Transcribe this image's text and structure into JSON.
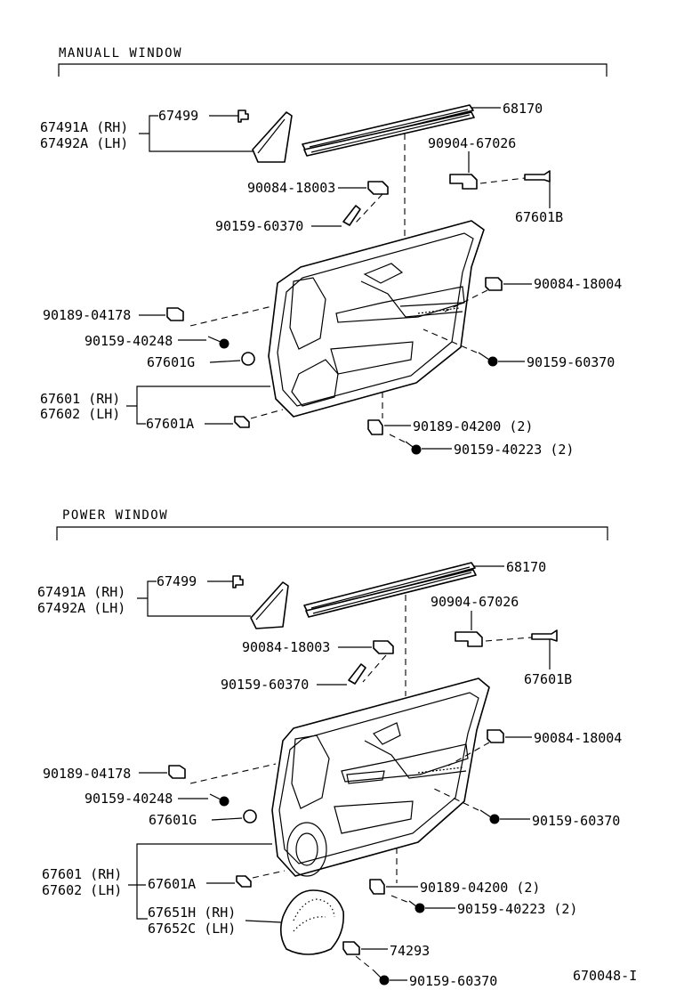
{
  "figure_id": "670048-I",
  "sections": [
    {
      "title": "MANUALL WINDOW",
      "labels": {
        "p68170": "68170",
        "p67491A": "67491A (RH)",
        "p67492A": "67492A (LH)",
        "p67499": "67499",
        "p90904": "90904-67026",
        "p90084_18003": "90084-18003",
        "p67601B": "67601B",
        "p90159_60370_top": "90159-60370",
        "p90084_18004": "90084-18004",
        "p90189_04178": "90189-04178",
        "p90159_40248": "90159-40248",
        "p90159_60370_right": "90159-60370",
        "p67601G": "67601G",
        "p67601": "67601 (RH)",
        "p67602": "67602 (LH)",
        "p67601A": "67601A",
        "p90189_04200": "90189-04200 (2)",
        "p90159_40223": "90159-40223 (2)"
      }
    },
    {
      "title": "POWER WINDOW",
      "labels": {
        "p68170": "68170",
        "p67491A": "67491A (RH)",
        "p67492A": "67492A (LH)",
        "p67499": "67499",
        "p90904": "90904-67026",
        "p90084_18003": "90084-18003",
        "p67601B": "67601B",
        "p90159_60370_top": "90159-60370",
        "p90084_18004": "90084-18004",
        "p90189_04178": "90189-04178",
        "p90159_40248": "90159-40248",
        "p90159_60370_right": "90159-60370",
        "p67601G": "67601G",
        "p67601": "67601 (RH)",
        "p67602": "67602 (LH)",
        "p67601A": "67601A",
        "p90189_04200": "90189-04200 (2)",
        "p90159_40223": "90159-40223 (2)",
        "p67651H": "67651H (RH)",
        "p67652C": "67652C (LH)",
        "p74293": "74293",
        "p90159_60370_bottom": "90159-60370"
      }
    }
  ]
}
